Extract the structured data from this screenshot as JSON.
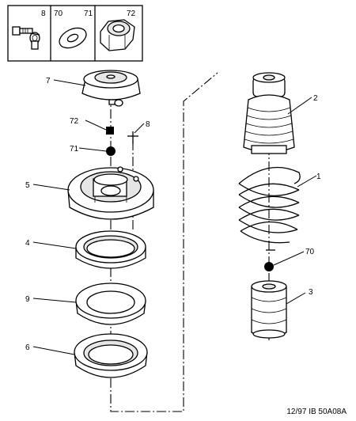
{
  "legend": [
    {
      "number": "8",
      "icon": "bolt-icon"
    },
    {
      "number": "70",
      "icon": "washer-icon"
    },
    {
      "number": "71",
      "icon": "ball-washer-icon"
    },
    {
      "number": "72",
      "icon": "nut-icon"
    }
  ],
  "callouts": {
    "c1": "1",
    "c2": "2",
    "c3": "3",
    "c4": "4",
    "c5": "5",
    "c6": "6",
    "c7": "7",
    "c8": "8",
    "c9": "9",
    "c70": "70",
    "c71": "71",
    "c72": "72"
  },
  "footer": {
    "date": "12/97",
    "ref": "IB 50A08A"
  }
}
